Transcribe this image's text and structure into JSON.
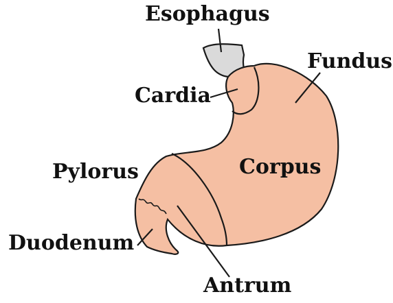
{
  "labels": {
    "esophagus": "Esophagus",
    "fundus": "Fundus",
    "cardia": "Cardia",
    "pylorus": "Pylorus",
    "corpus": "Corpus",
    "duodenum": "Duodenum",
    "antrum": "Antrum"
  },
  "colors": {
    "stomach": "#F5BFA3",
    "esophagus": "#DADADA",
    "outline": "#1A1A1A",
    "text": "#111111"
  }
}
